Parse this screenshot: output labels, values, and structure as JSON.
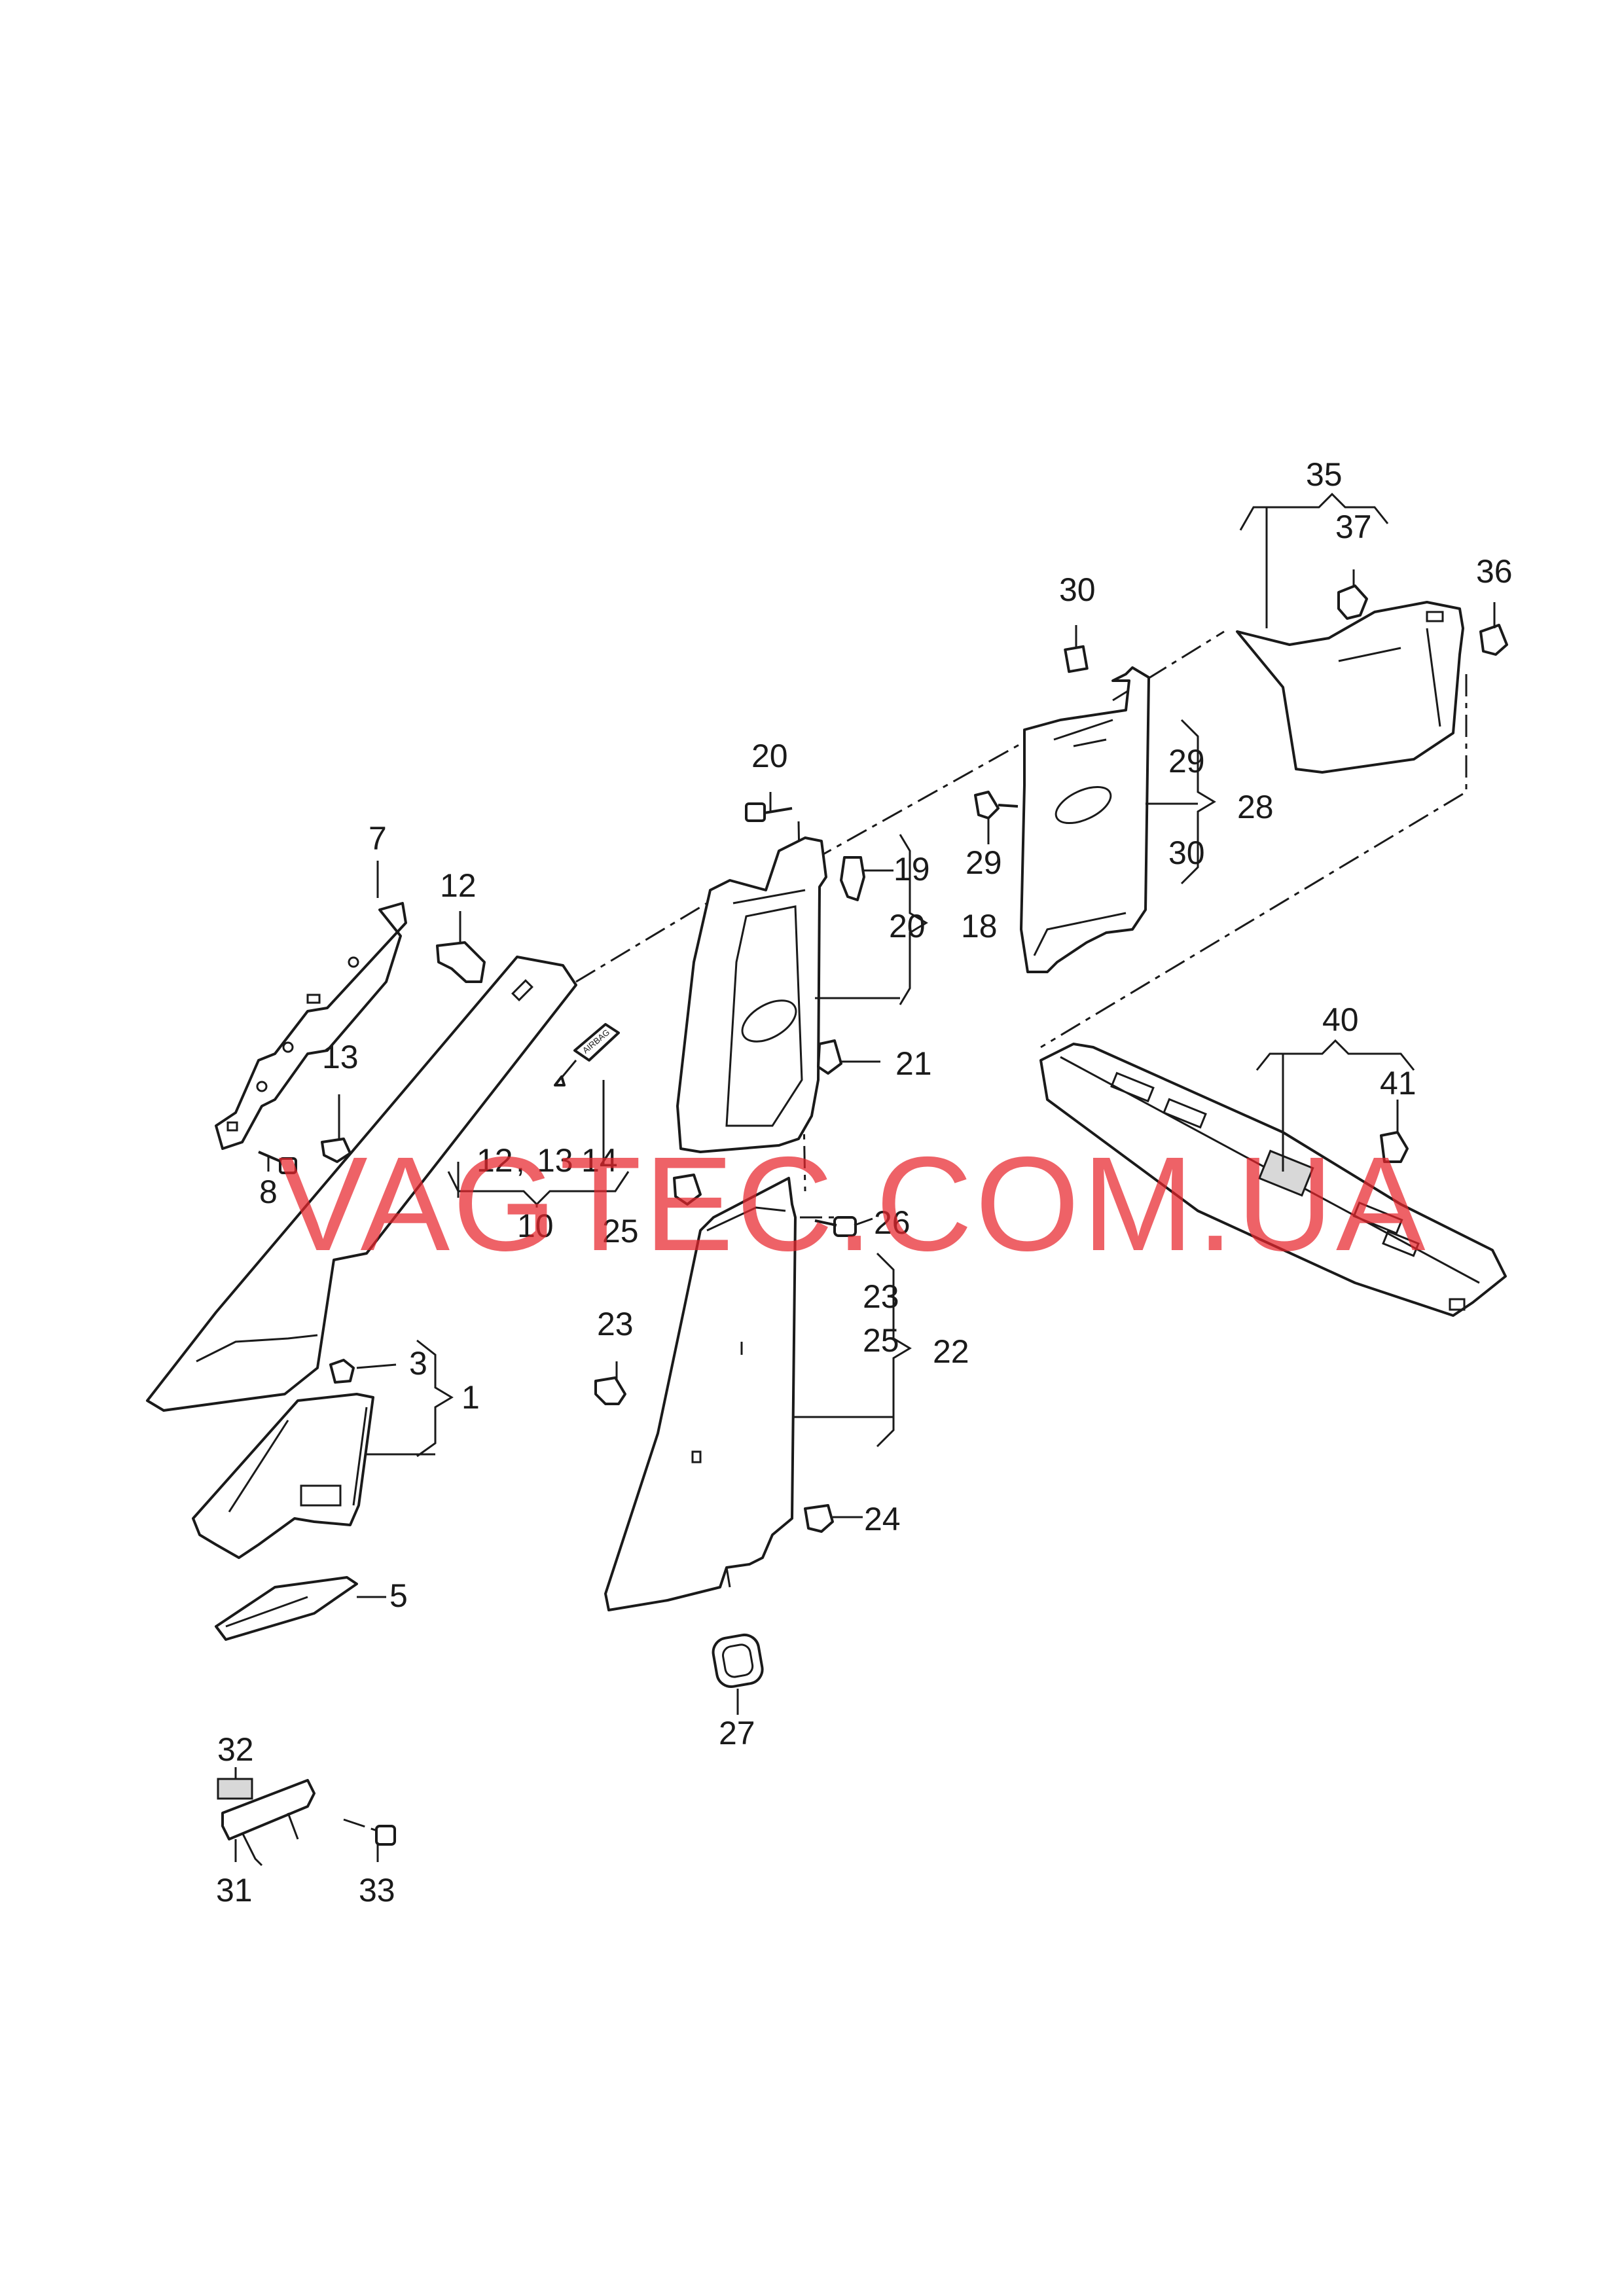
{
  "callouts": {
    "c1": "1",
    "c3": "3",
    "c5": "5",
    "c7": "7",
    "c8": "8",
    "c10": "10",
    "c12a": "12",
    "c12b": "12",
    "c13a": "13",
    "c13b": "13",
    "c14": "14",
    "c18": "18",
    "c19": "19",
    "c20a": "20",
    "c20b": "20",
    "c21": "21",
    "c22": "22",
    "c23a": "23",
    "c23b": "23",
    "c24": "24",
    "c25a": "25",
    "c25b": "25",
    "c26": "26",
    "c27": "27",
    "c28": "28",
    "c29a": "29",
    "c29b": "29",
    "c30a": "30",
    "c30b": "30",
    "c31": "31",
    "c32": "32",
    "c33": "33",
    "c35": "35",
    "c36": "36",
    "c37": "37",
    "c40": "40",
    "c41": "41",
    "comma": ","
  },
  "airbag_label": "AIRBAG",
  "watermark": "VAGTEC.COM.UA",
  "colors": {
    "line": "#1a1a1a",
    "watermark": "#e8262c",
    "background": "#ffffff"
  }
}
